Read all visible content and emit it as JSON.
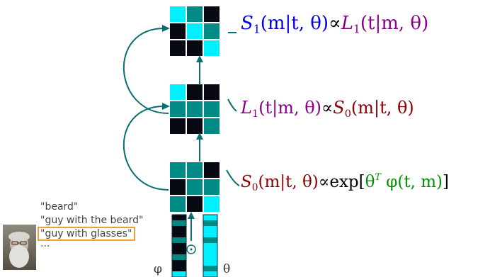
{
  "colors": {
    "cyan": "#00f0ff",
    "teal": "#008a86",
    "black": "#070a12",
    "dark_navy": "#0c1526",
    "blue": "#0000ee",
    "purple": "#8a008a",
    "maroon": "#8b0000",
    "green": "#009000",
    "arrow": "#0b6e73",
    "highlight": "#f0a030"
  },
  "formulas": {
    "s1": {
      "head": "S",
      "sub": "1",
      "args": "(m|t, θ)",
      "prop": "∝",
      "rhs_head": "L",
      "rhs_sub": "1",
      "rhs_args": "(t|m, θ)"
    },
    "l1": {
      "head": "L",
      "sub": "1",
      "args": "(t|m, θ)",
      "prop": "∝",
      "rhs_head": "S",
      "rhs_sub": "0",
      "rhs_args": "(m|t, θ)"
    },
    "s0": {
      "head": "S",
      "sub": "0",
      "args": "(m|t, θ)",
      "prop": "∝",
      "exp": "exp",
      "lbracket": "[",
      "theta": "θ",
      "sup": "T",
      "phi": "φ",
      "phi_args": "(t, m)",
      "rbracket": "]"
    }
  },
  "utterances": [
    "\"beard\"",
    "\"guy with the beard\"",
    "\"guy with glasses\"",
    "..."
  ],
  "labels": {
    "phi": "φ",
    "theta": "θ",
    "odot": "⊙"
  },
  "grids": {
    "top": [
      "cyan",
      "teal",
      "black",
      "black",
      "cyan",
      "teal",
      "black",
      "black",
      "cyan"
    ],
    "middle": [
      "cyan",
      "black",
      "black",
      "teal",
      "teal",
      "teal",
      "black",
      "black",
      "teal"
    ],
    "bottom": [
      "teal",
      "teal",
      "black",
      "black",
      "teal",
      "teal",
      "teal",
      "black",
      "cyan"
    ]
  },
  "vectors": {
    "phi": [
      "black",
      "teal",
      "black",
      "black",
      "teal",
      "black",
      "black",
      "teal",
      "black",
      "black",
      "cyan"
    ],
    "theta": [
      "cyan",
      "teal",
      "cyan",
      "cyan",
      "teal",
      "cyan",
      "cyan",
      "cyan",
      "cyan",
      "teal",
      "cyan"
    ]
  }
}
